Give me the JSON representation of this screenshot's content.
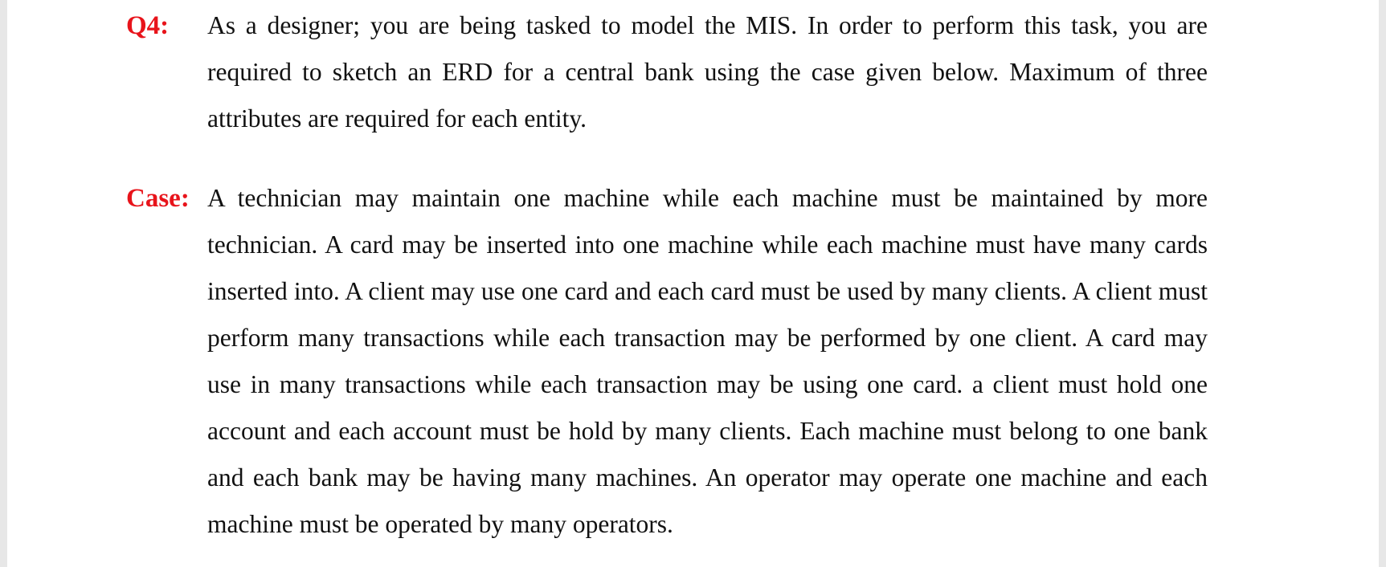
{
  "question": {
    "label": "Q4:",
    "text": "As a designer; you are being tasked to model the MIS. In order to perform this task, you are required to sketch an ERD for a central bank using the case given below. Maximum of three attributes are required for each entity."
  },
  "case": {
    "label": "Case:",
    "text": "A technician may maintain one machine while each machine must be maintained by more technician. A card may be inserted into one machine while each machine must have many cards inserted into. A client may use one card and each card must be used by many clients. A client must perform many transactions while each transaction may be performed by one client. A card may use in many transactions while each transaction may be using one card. a client must hold one account and each account must be hold by many clients. Each machine must belong to one bank and each bank may be having many machines. An operator may operate one machine and each machine must be operated by many operators."
  },
  "colors": {
    "label_red": "#e8141b",
    "text": "#111111",
    "page_edge": "#e7e7e7"
  }
}
